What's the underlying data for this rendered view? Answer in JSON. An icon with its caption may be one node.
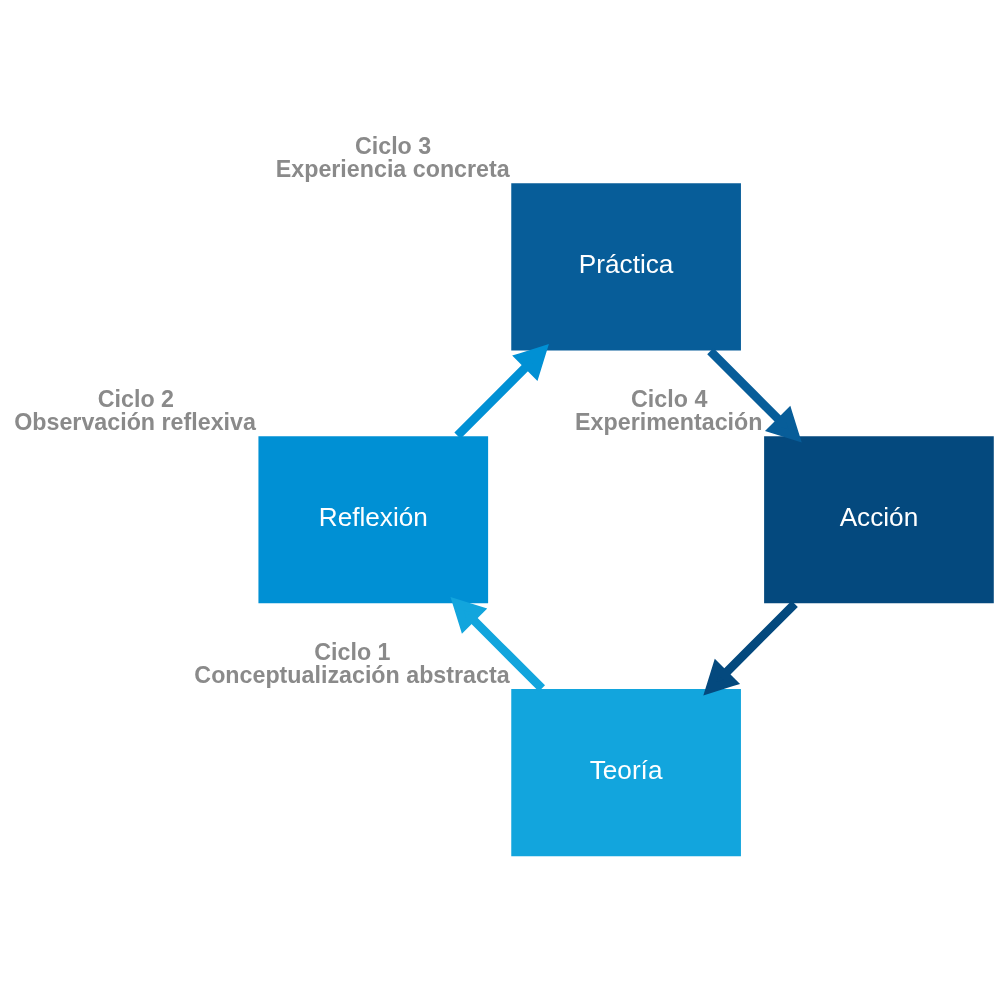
{
  "diagram": {
    "nodes": [
      {
        "text": [
          "Teoría"
        ],
        "beside": [
          "Ciclo 1",
          "Conceptualización abstracta"
        ]
      },
      {
        "text": [
          "Reflexión"
        ],
        "beside": [
          "Ciclo 2",
          "Observación reflexiva"
        ]
      },
      {
        "text": [
          "Práctica"
        ],
        "beside": [
          "Ciclo 3",
          "Experiencia concreta"
        ]
      },
      {
        "text": [
          "Acción"
        ],
        "beside": [
          "Ciclo 4",
          "Experimentación"
        ]
      }
    ],
    "edges": [
      {
        "from": 0,
        "to": 1,
        "arrow": "to",
        "color": "#12a5dd"
      },
      {
        "from": 1,
        "to": 2,
        "arrow": "to",
        "color": "#0090d4"
      },
      {
        "from": 2,
        "to": 3,
        "arrow": "to",
        "color": "#075d99"
      },
      {
        "from": 3,
        "to": 0,
        "arrow": "to",
        "color": "#04497e"
      }
    ]
  }
}
